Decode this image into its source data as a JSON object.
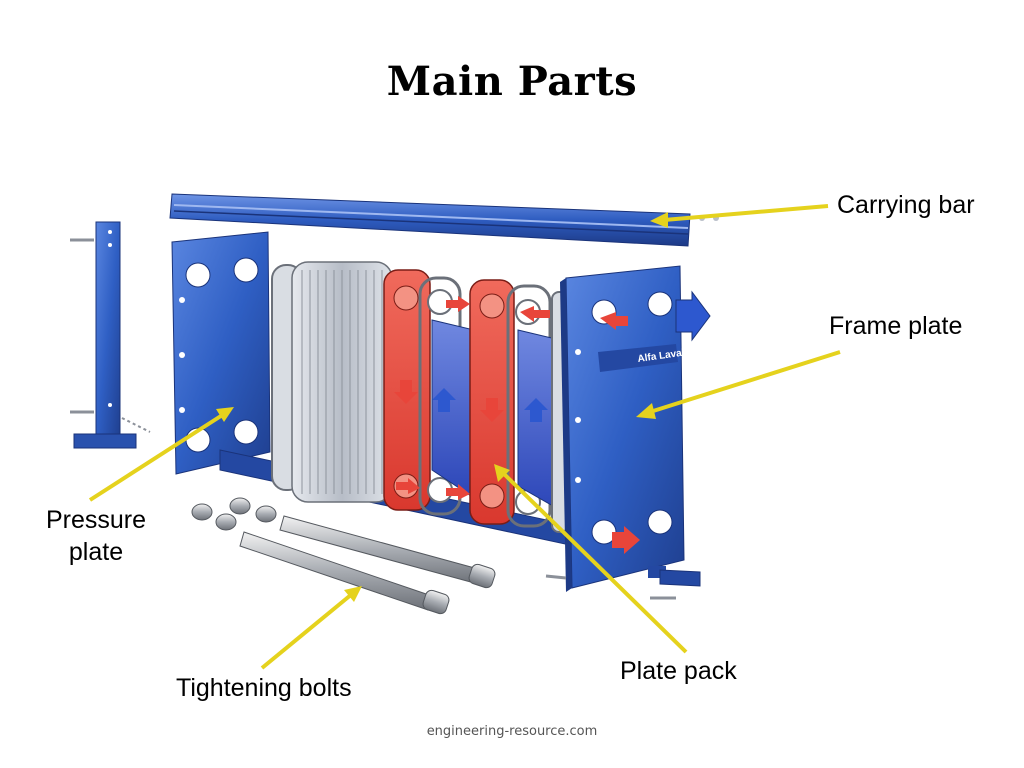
{
  "title": "Main Parts",
  "labels": {
    "carrying_bar": "Carrying bar",
    "frame_plate": "Frame plate",
    "pressure_plate_line1": "Pressure",
    "pressure_plate_line2": "plate",
    "tightening_bolts": "Tightening bolts",
    "plate_pack": "Plate pack"
  },
  "brand_mark": "Alfa Laval",
  "footer": "engineering-resource.com",
  "colors": {
    "frame_blue": "#2f5fc4",
    "frame_blue_dark": "#1f3f8f",
    "hot_red": "#e8453a",
    "cold_blue": "#3a57c9",
    "plate_gray": "#c9ced6",
    "leader_yellow": "#e5d21d"
  }
}
